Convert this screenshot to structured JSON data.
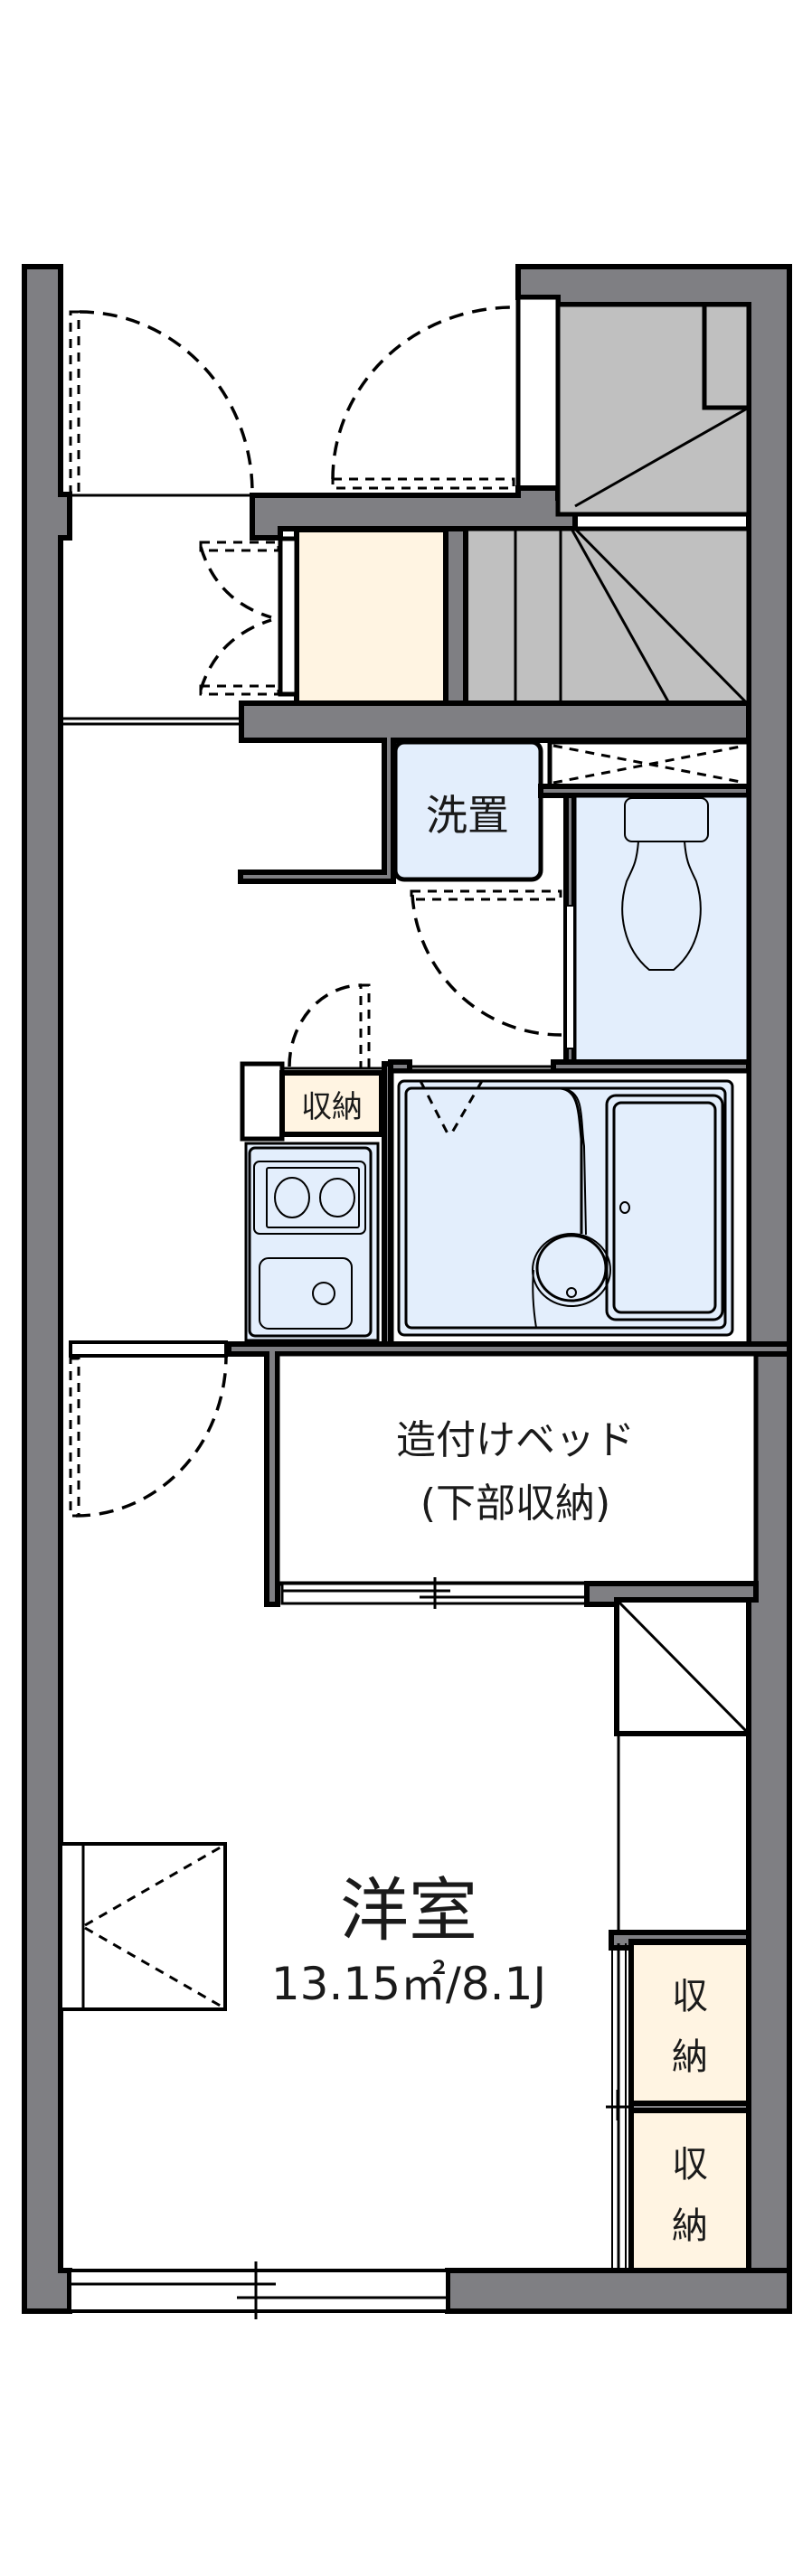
{
  "floor_plan": {
    "rooms": {
      "washer": {
        "label": "洗置"
      },
      "kitchen_storage": {
        "label": "収納"
      },
      "built_in_bed": {
        "label_line1": "造付けベッド",
        "label_line2": "(下部収納)"
      },
      "western_room": {
        "label": "洋室",
        "area": "13.15㎡/8.1J"
      },
      "storage_upper": {
        "label_line1": "収",
        "label_line2": "納"
      },
      "storage_lower": {
        "label_line1": "収",
        "label_line2": "納"
      }
    },
    "colors": {
      "wall": "#7f7f83",
      "stair": "#c0c0c0",
      "storage": "#fff4e2",
      "wet_area": "#e3eefc"
    }
  }
}
